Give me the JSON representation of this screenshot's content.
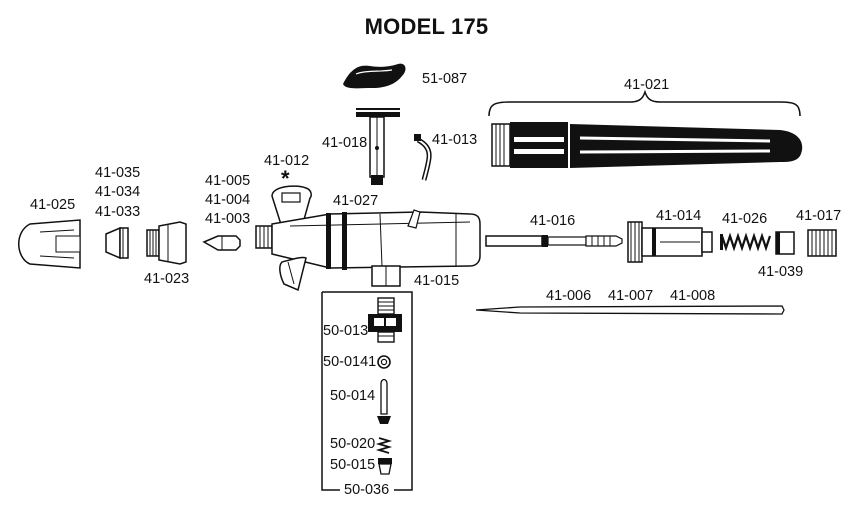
{
  "title": "MODEL 175",
  "colors": {
    "ink": "#111111",
    "paper": "#ffffff"
  },
  "parts": {
    "p51_087": "51-087",
    "p41_021": "41-021",
    "p41_018": "41-018",
    "p41_013": "41-013",
    "p41_035": "41-035",
    "p41_034": "41-034",
    "p41_033": "41-033",
    "p41_025": "41-025",
    "p41_005": "41-005",
    "p41_004": "41-004",
    "p41_003": "41-003",
    "p41_012": "41-012",
    "asterisk": "*",
    "p41_027": "41-027",
    "p41_016": "41-016",
    "p41_014": "41-014",
    "p41_026": "41-026",
    "p41_017": "41-017",
    "p41_023": "41-023",
    "p41_015": "41-015",
    "p41_039": "41-039",
    "p41_006": "41-006",
    "p41_007": "41-007",
    "p41_008": "41-008",
    "p50_013": "50-013",
    "p50_0141": "50-0141",
    "p50_014": "50-014",
    "p50_020": "50-020",
    "p50_015": "50-015",
    "p50_036": "50-036"
  }
}
